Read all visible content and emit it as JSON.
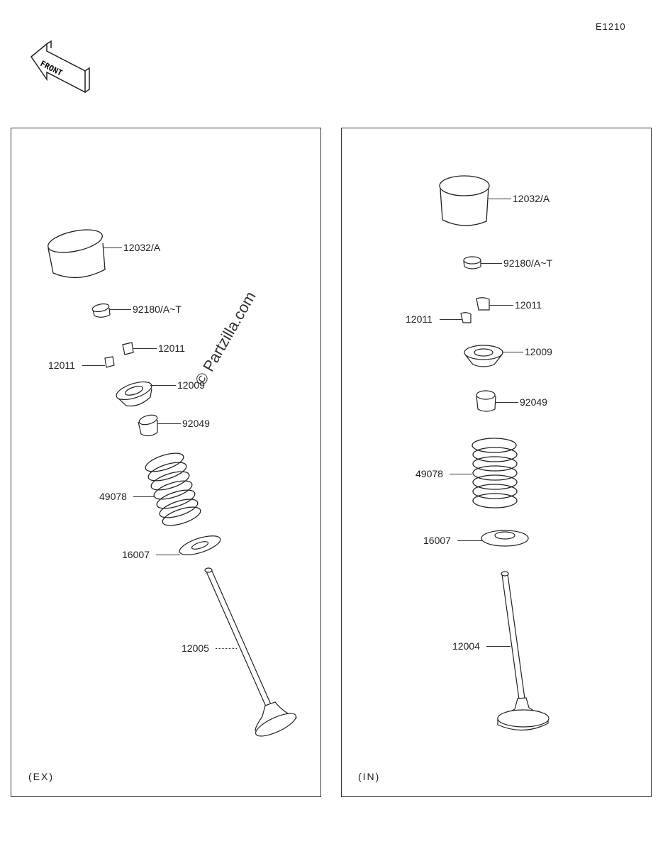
{
  "header": {
    "diagram_code": "E1210",
    "front_arrow_label": "FRONT"
  },
  "watermark": "© Partzilla.com",
  "exhaust": {
    "caption": "(EX)",
    "labels": {
      "tappet": "12032/A",
      "shim": "92180/A~T",
      "cotter_right": "12011",
      "cotter_left": "12011",
      "retainer": "12009",
      "seal": "92049",
      "spring": "49078",
      "seat": "16007",
      "valve": "12005"
    }
  },
  "intake": {
    "caption": "(IN)",
    "labels": {
      "tappet": "12032/A",
      "shim": "92180/A~T",
      "cotter_right": "12011",
      "cotter_left": "12011",
      "retainer": "12009",
      "seal": "92049",
      "spring": "49078",
      "seat": "16007",
      "valve": "12004"
    }
  }
}
